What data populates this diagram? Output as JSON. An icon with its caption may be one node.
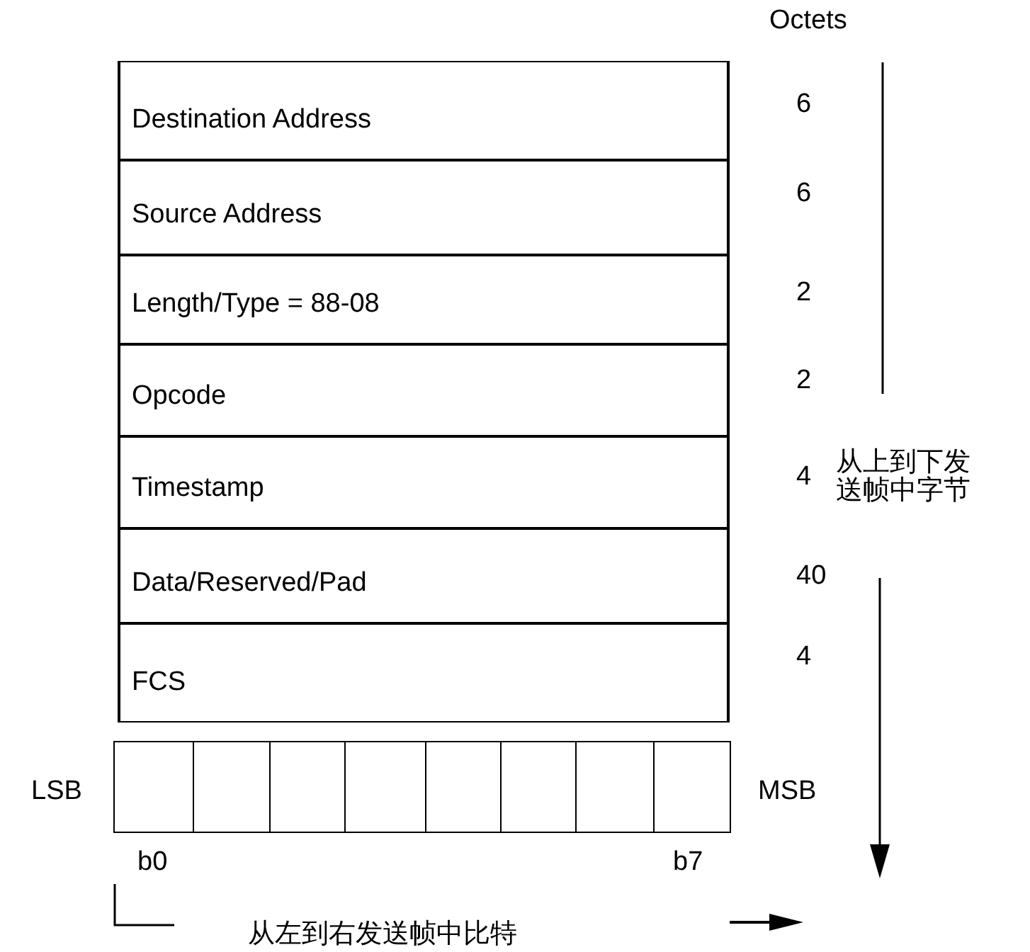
{
  "diagram": {
    "nodes": [
      {
        "text": [
          "Destination Address"
        ],
        "beside": [
          "6"
        ]
      },
      {
        "text": [
          "Source Address"
        ],
        "beside": [
          "6"
        ]
      },
      {
        "text": [
          "Length/Type = 88-08"
        ],
        "beside": [
          "2"
        ]
      },
      {
        "text": [
          "Opcode"
        ],
        "beside": [
          "2"
        ]
      },
      {
        "text": [
          "Timestamp"
        ],
        "beside": [
          "4"
        ]
      },
      {
        "text": [
          "Data/Reserved/Pad"
        ],
        "beside": [
          "40"
        ]
      },
      {
        "text": [
          "FCS"
        ],
        "beside": [
          "4"
        ]
      },
      {
        "text": [],
        "shape": "box"
      },
      {
        "text": [],
        "shape": "box"
      },
      {
        "text": [],
        "shape": "box"
      },
      {
        "text": [],
        "shape": "box"
      },
      {
        "text": [],
        "shape": "box"
      },
      {
        "text": [],
        "shape": "box"
      },
      {
        "text": [],
        "shape": "box"
      },
      {
        "text": [],
        "shape": "box"
      }
    ],
    "edges": [],
    "labels": [
      "Octets",
      "从上到下发送帧中字节",
      "LSB",
      "MSB",
      "b0",
      "b7",
      "从左到右发送帧中比特"
    ]
  }
}
